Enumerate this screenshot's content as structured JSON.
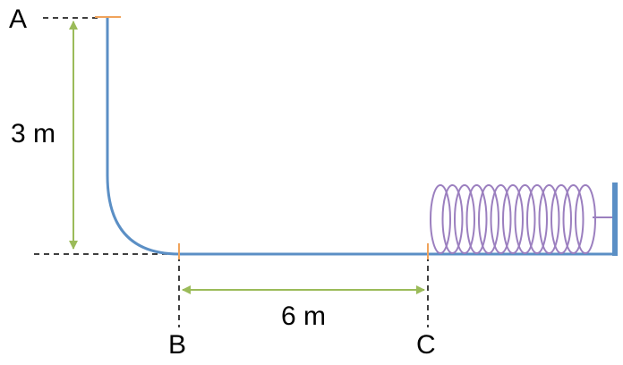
{
  "labels": {
    "point_a": "A",
    "point_b": "B",
    "point_c": "C",
    "height": "3 m",
    "distance": "6 m"
  },
  "colors": {
    "track": "#5b8fc5",
    "marker": "#f0a35b",
    "dimension_arrow": "#9bbb59",
    "spring": "#9b7fbf",
    "wall": "#5b8fc5",
    "guide_line": "#000000"
  },
  "icons": {
    "spring": "coil-spring-icon",
    "wall": "wall-block-icon"
  }
}
